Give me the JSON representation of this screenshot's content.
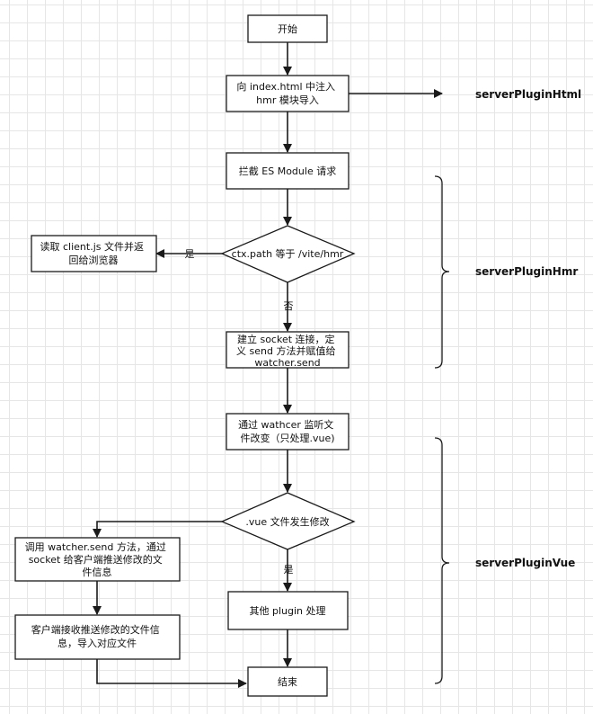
{
  "nodes": {
    "start": [
      "开始"
    ],
    "inject_hmr": [
      "向 index.html 中注入",
      "hmr 模块导入"
    ],
    "intercept_es": [
      "拦截 ES Module 请求"
    ],
    "path_check": [
      "ctx.path 等于 /vite/hmr"
    ],
    "read_client": [
      "读取 client.js 文件并返",
      "回给浏览器"
    ],
    "build_socket": [
      "建立 socket 连接，定",
      "义 send 方法并赋值给",
      "watcher.send"
    ],
    "watch_files": [
      "通过 wathcer 监听文",
      "件改变（只处理.vue)"
    ],
    "vue_changed": [
      ".vue 文件发生修改"
    ],
    "send_update": [
      "调用 watcher.send 方法，通过",
      "socket 给客户端推送修改的文",
      "件信息"
    ],
    "client_import": [
      "客户端接收推送修改的文件信",
      "息，导入对应文件"
    ],
    "other_plugin": [
      "其他 plugin 处理"
    ],
    "end": [
      "结束"
    ]
  },
  "edge_labels": {
    "yes_read_client": "是",
    "no_build_socket": "否",
    "yes_other_plugin": "是"
  },
  "groups": {
    "html": "serverPluginHtml",
    "hmr": "serverPluginHmr",
    "vue": "serverPluginVue"
  },
  "colors": {
    "stroke": "#1a1a1a",
    "fill": "#ffffff",
    "grid": "#e6e6e6"
  }
}
